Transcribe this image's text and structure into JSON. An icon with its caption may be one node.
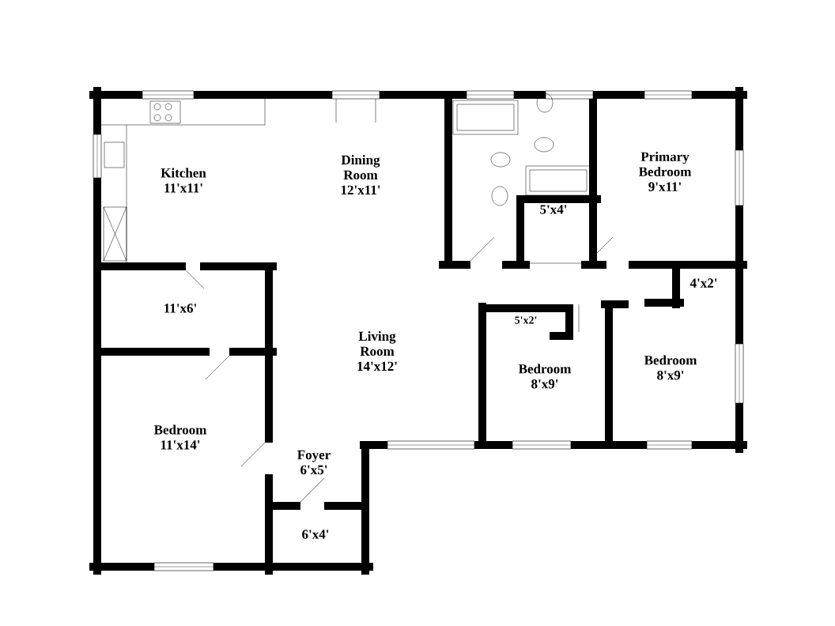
{
  "diagram": {
    "labels": [
      "Dining Room 12'x11'",
      "Kitchen 11'x11'",
      "Primary Bedroom 9'x11'",
      "5'x4'",
      "11'x6'",
      "4'x2'",
      "5'x2'",
      "Living Room 14'x12'",
      "Bedroom 8'x9'",
      "Bedroom 8'x9'",
      "Bedroom 11'x14'",
      "Foyer 6'x5'",
      "6'x4'"
    ]
  }
}
